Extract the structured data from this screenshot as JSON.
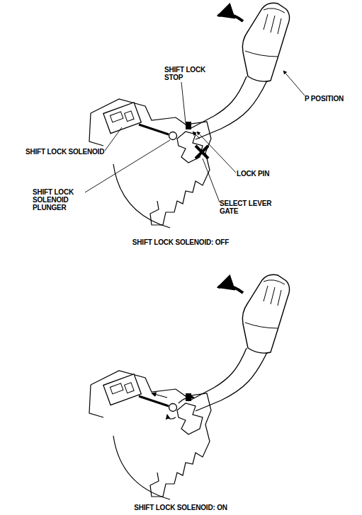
{
  "diagram": {
    "labels": [
      "SHIFT LOCK STOP",
      "P POSITION",
      "SHIFT LOCK SOLENOID",
      "LOCK PIN",
      "SHIFT LOCK SOLENOID PLUNGER",
      "SELECT LEVER GATE",
      "SHIFT LOCK SOLENOID: OFF",
      "SHIFT LOCK SOLENOID: ON"
    ]
  }
}
